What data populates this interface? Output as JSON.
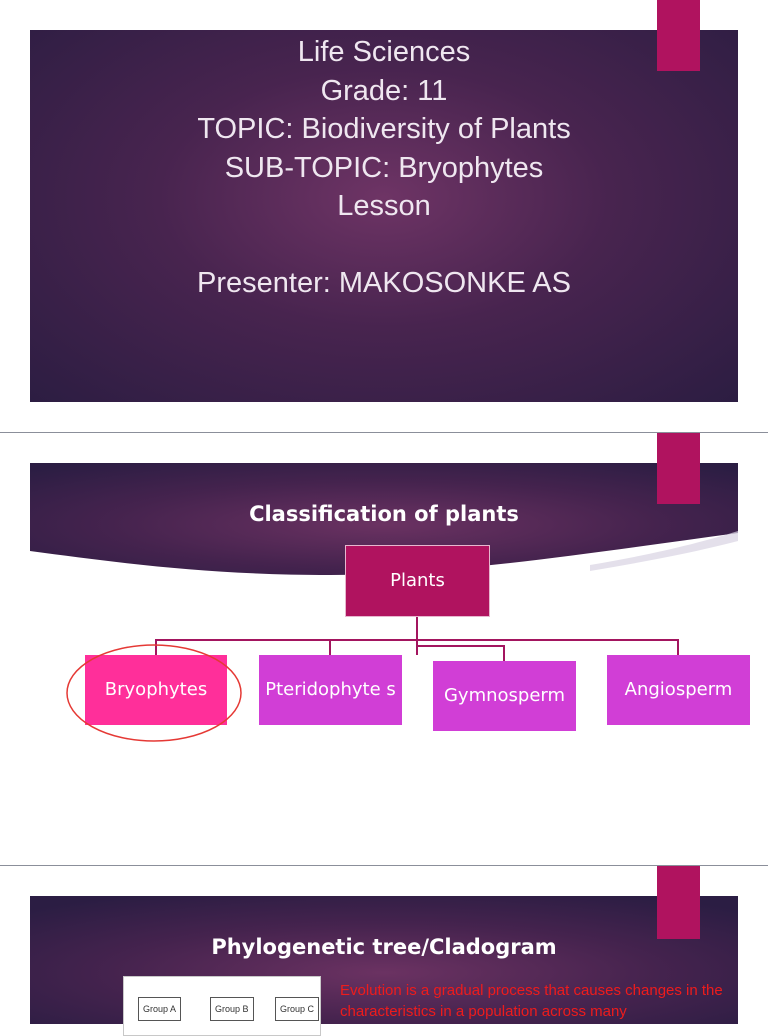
{
  "slide1": {
    "lines": [
      "Life Sciences",
      "Grade: 11",
      "TOPIC: Biodiversity of Plants",
      "SUB-TOPIC: Bryophytes",
      "Lesson",
      "",
      "Presenter: MAKOSONKE AS"
    ]
  },
  "slide2": {
    "title": "Classification of plants",
    "root": "Plants",
    "children": [
      "Bryophytes",
      "Pteridophyte s",
      "Gymnosperm",
      "Angiosperm"
    ],
    "highlighted": "Bryophytes"
  },
  "slide3": {
    "title": "Phylogenetic tree/Cladogram",
    "groups": [
      "Group A",
      "Group B",
      "Group C"
    ],
    "note": "Evolution is a gradual process that causes changes in the characteristics in a population across many"
  },
  "colors": {
    "accent": "#b0135f",
    "banner_dark": "#2c1d42",
    "child_box": "#d13ed6",
    "highlight_box": "#ff2f9a",
    "highlight_ring": "#e53935",
    "note_text": "#ee1c1c"
  }
}
